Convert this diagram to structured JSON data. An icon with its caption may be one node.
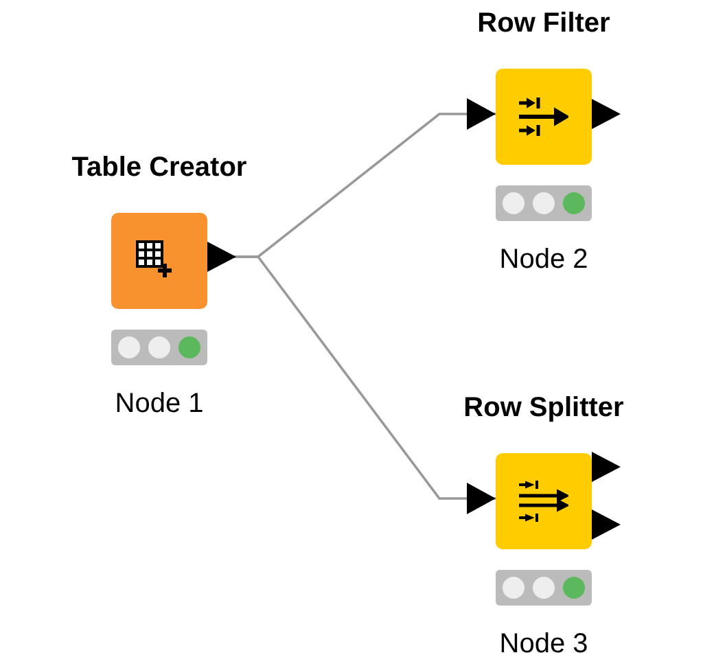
{
  "diagram": {
    "nodes": [
      {
        "text": [
          "Table Creator",
          "Node 1"
        ]
      },
      {
        "text": [
          "Row Filter",
          "Node 2"
        ]
      },
      {
        "text": [
          "Row Splitter",
          "Node 3"
        ]
      }
    ],
    "edges": [
      {
        "from": 0,
        "to": 1,
        "arrow": "to"
      },
      {
        "from": 0,
        "to": 2,
        "arrow": "to"
      }
    ]
  }
}
